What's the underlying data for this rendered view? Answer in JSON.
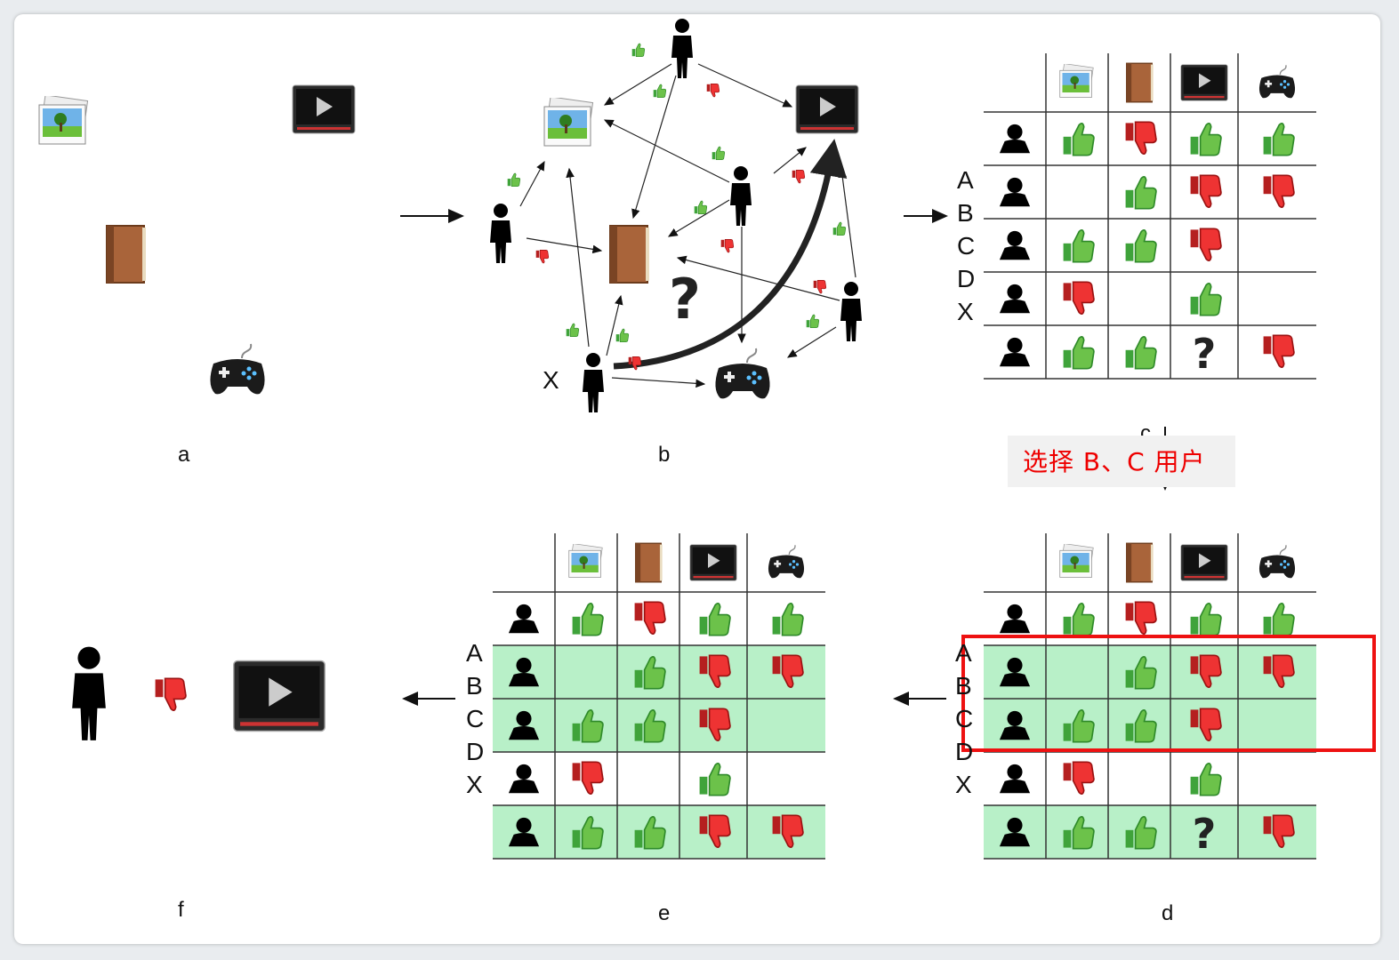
{
  "panel_labels": {
    "a": "a",
    "b": "b",
    "c": "c",
    "d": "d",
    "e": "e",
    "f": "f"
  },
  "graph": {
    "target_user": "X",
    "question": "?"
  },
  "row_labels": [
    "A",
    "B",
    "C",
    "D",
    "X"
  ],
  "note": "选择 B、C 用户",
  "items": [
    "photo-icon",
    "book-icon",
    "video-icon",
    "gamepad-icon"
  ],
  "ratings": [
    [
      "up",
      "down",
      "up",
      "up"
    ],
    [
      "",
      "up",
      "down",
      "down"
    ],
    [
      "up",
      "up",
      "down",
      ""
    ],
    [
      "down",
      "",
      "up",
      ""
    ],
    [
      "up",
      "up",
      "?",
      "down"
    ]
  ],
  "ratings_e": [
    [
      "up",
      "down",
      "up",
      "up"
    ],
    [
      "",
      "up",
      "down",
      "down"
    ],
    [
      "up",
      "up",
      "down",
      ""
    ],
    [
      "down",
      "",
      "up",
      ""
    ],
    [
      "up",
      "up",
      "down",
      "down"
    ]
  ],
  "highlight_d": [
    1,
    2,
    4
  ],
  "highlight_e": [
    1,
    2,
    4
  ],
  "colors": {
    "highlight": "#b8f0c8",
    "selection": "#e11111",
    "note_text": "#e00000"
  }
}
